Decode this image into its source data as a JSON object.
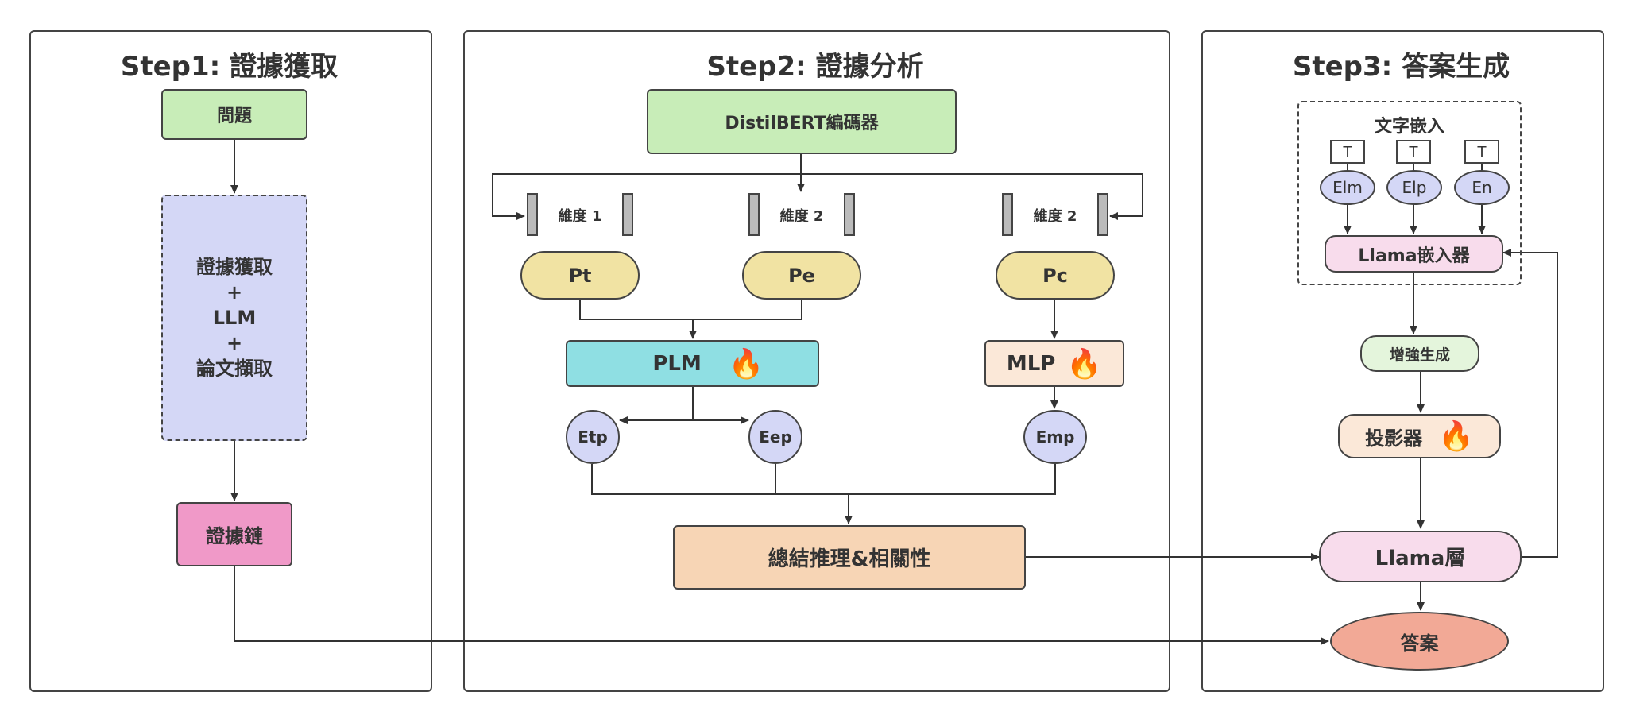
{
  "steps": {
    "step1": {
      "title": "Step1: 證據獲取"
    },
    "step2": {
      "title": "Step2: 證據分析"
    },
    "step3": {
      "title": "Step3: 答案生成"
    }
  },
  "step1": {
    "question": "問題",
    "retrieval_lines": [
      "證據獲取",
      "+",
      "LLM",
      "+",
      "論文擷取"
    ],
    "evidence_chain": "證據鏈"
  },
  "step2": {
    "encoder": "DistilBERT編碼器",
    "dims": [
      "維度 1",
      "維度 2",
      "維度 2"
    ],
    "pt": "Pt",
    "pe": "Pe",
    "pc": "Pc",
    "plm": "PLM",
    "mlp": "MLP",
    "etp": "Etp",
    "eep": "Eep",
    "emp": "Emp",
    "summary": "總結推理&相關性",
    "fire_icon": "🔥"
  },
  "step3": {
    "text_embed": "文字嵌入",
    "t_tags": [
      "T",
      "T",
      "T"
    ],
    "embeds": [
      "Elm",
      "Elp",
      "En"
    ],
    "llama_embedder": "Llama嵌入器",
    "augmented": "增強生成",
    "projector": "投影器",
    "llama_layer": "Llama層",
    "answer": "答案"
  },
  "colors": {
    "green": "#c8edb8",
    "lavender": "#d4d7f6",
    "pink": "#f099c8",
    "yellow": "#f1e3a3",
    "cyan": "#8fdfe3",
    "peach": "#fbe8d8",
    "orange": "#f7d5b5",
    "light_pink": "#f8dcec",
    "light_green": "#e4f5dc",
    "salmon": "#f2a996"
  }
}
